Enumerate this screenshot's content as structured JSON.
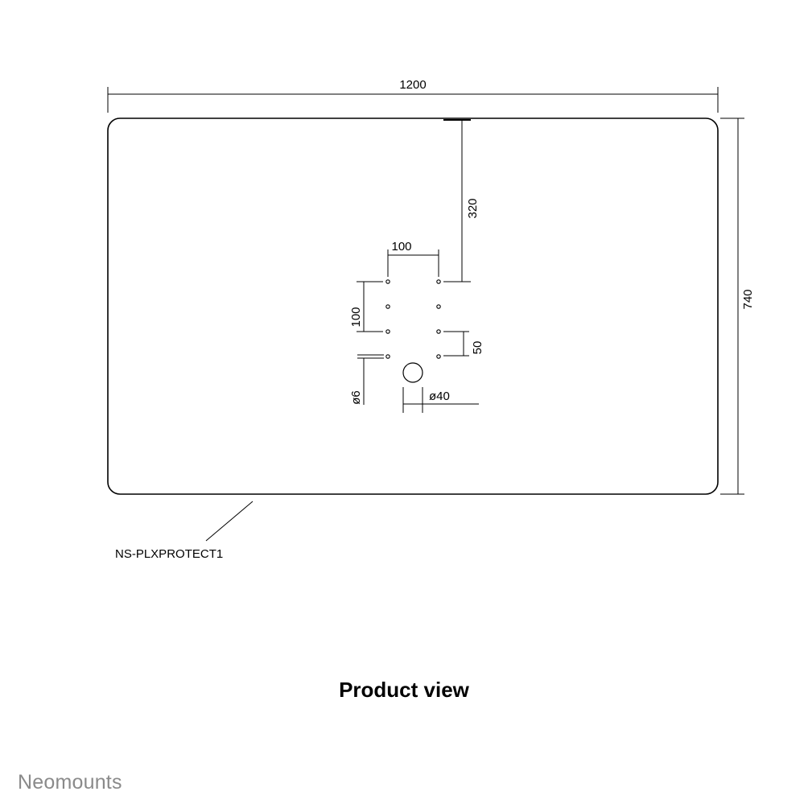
{
  "dimensions": {
    "width": "1200",
    "height": "740",
    "top_offset": "320",
    "hole_pitch_horizontal": "100",
    "hole_pitch_vertical": "100",
    "hole_step": "50",
    "small_hole_diameter": "ø6",
    "large_hole_diameter": "ø40"
  },
  "part_label": "NS-PLXPROTECT1",
  "caption": "Product view",
  "brand": "Neomounts"
}
